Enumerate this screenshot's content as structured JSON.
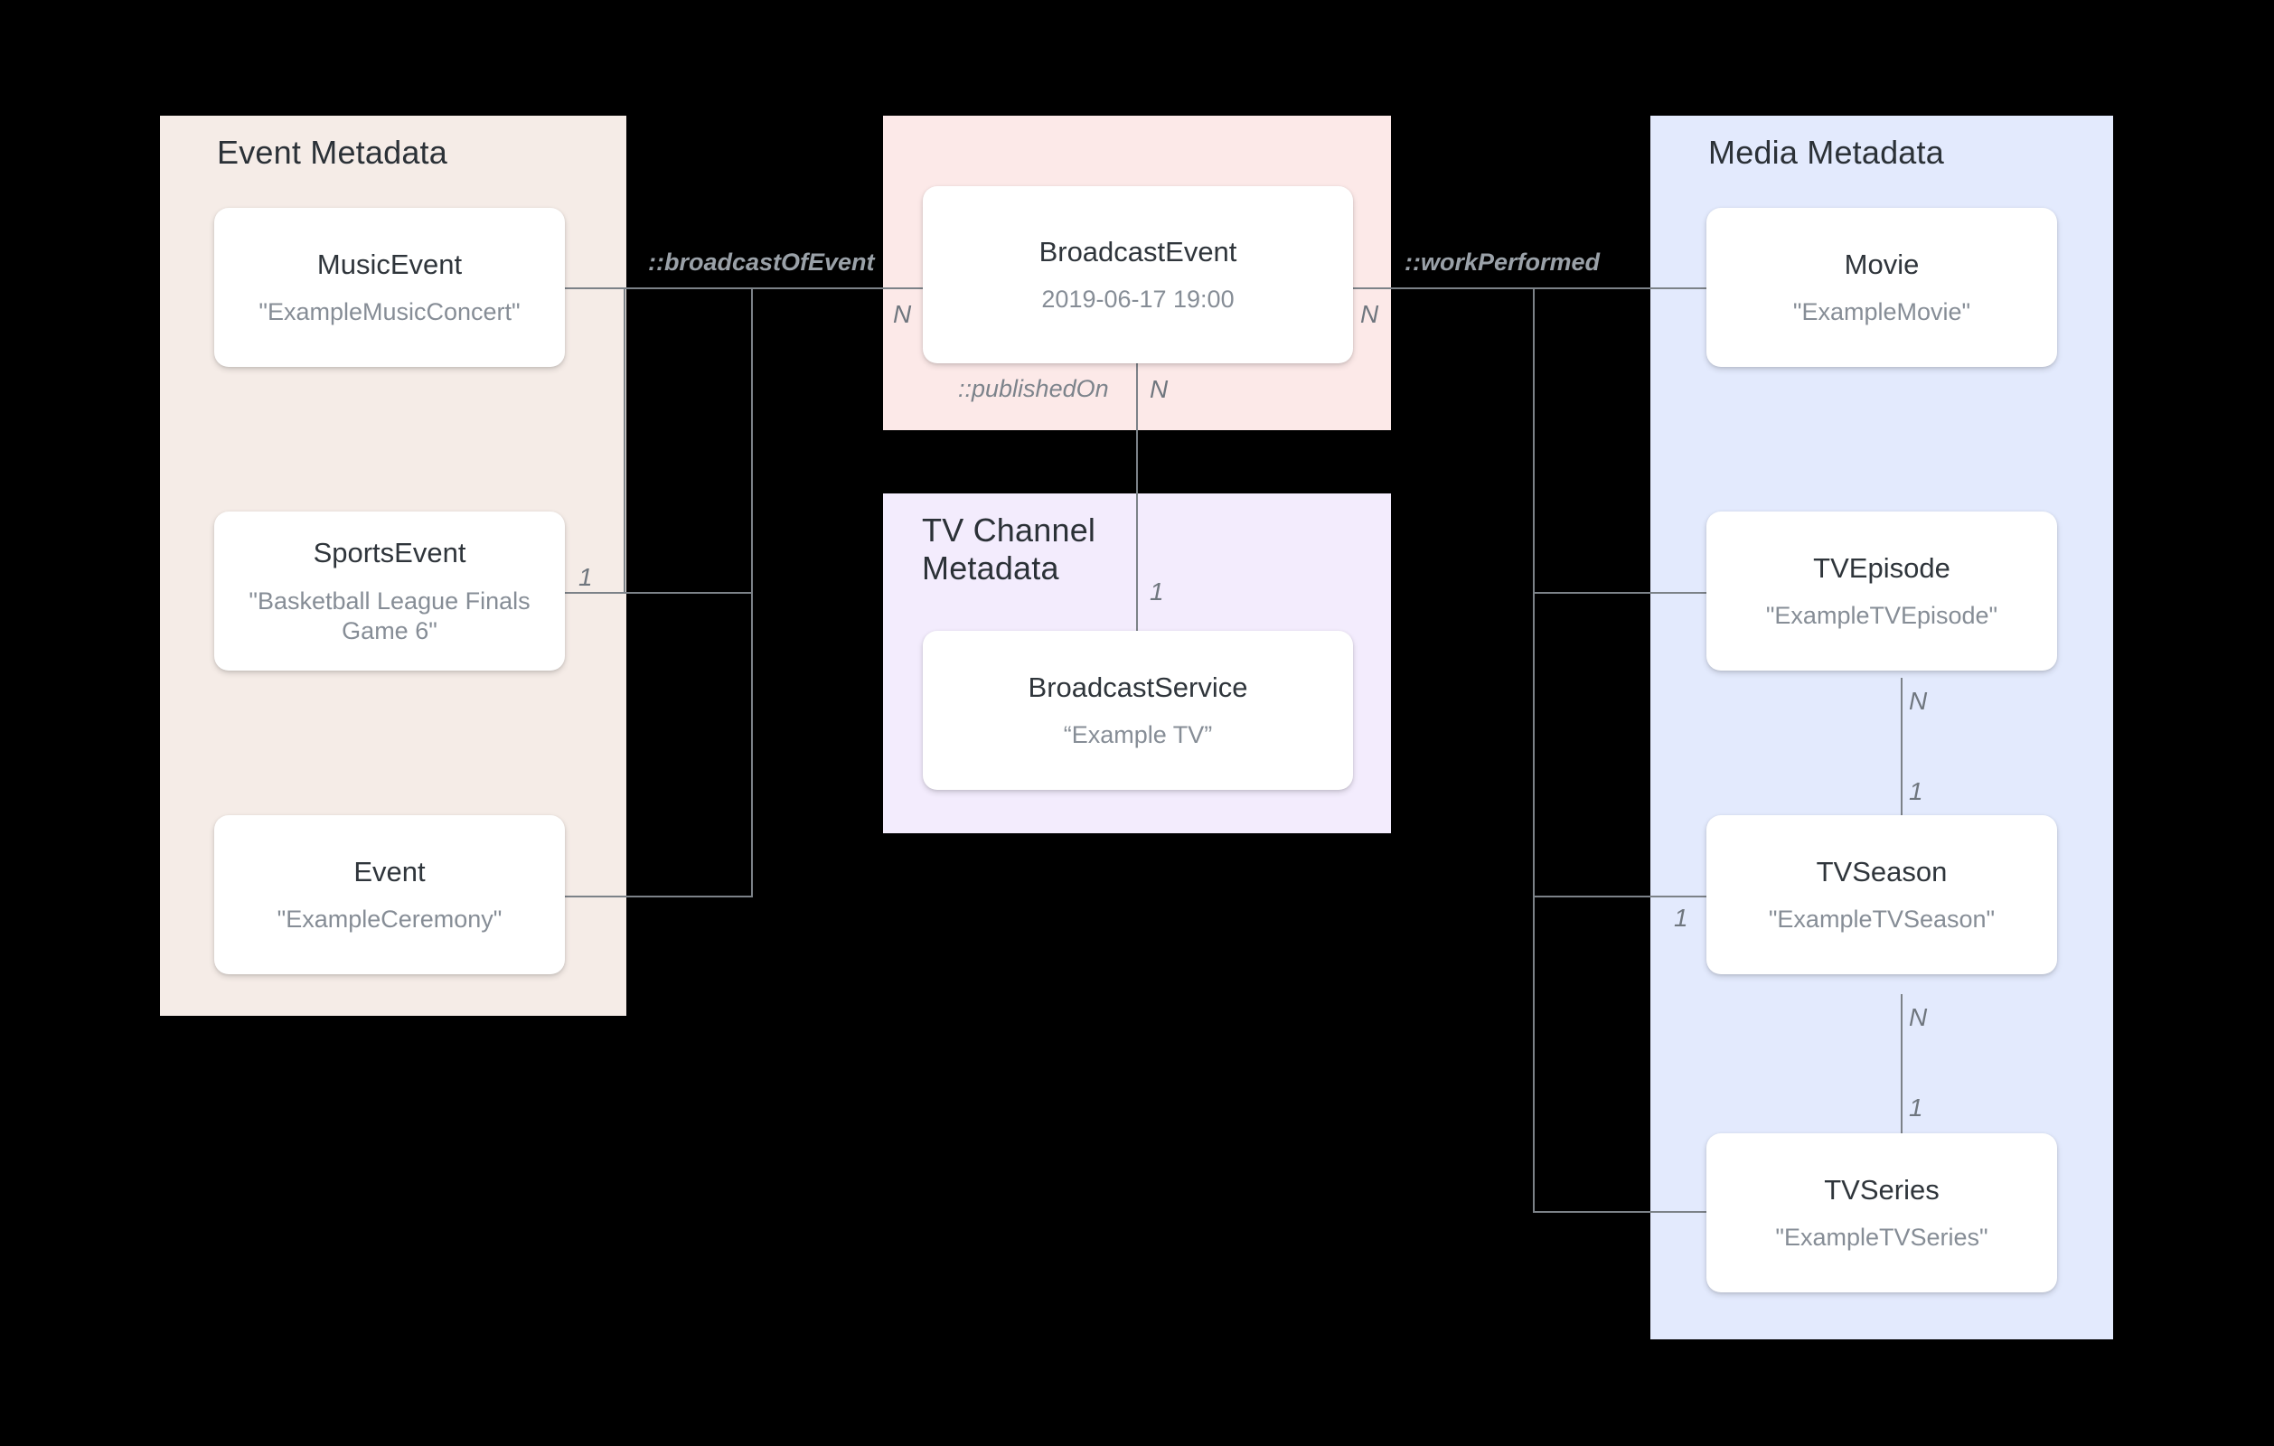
{
  "diagram": {
    "groups": {
      "event": {
        "title": "Event Metadata",
        "color": "#f5ece7"
      },
      "broadcast": {
        "title": "",
        "color": "#fce9e8"
      },
      "tvchannel": {
        "title": "TV Channel\nMetadata",
        "color": "#f3ecfd"
      },
      "media": {
        "title": "Media Metadata",
        "color": "#e3eafd"
      }
    },
    "nodes": {
      "music_event": {
        "title": "MusicEvent",
        "value": "\"ExampleMusicConcert\""
      },
      "sports_event": {
        "title": "SportsEvent",
        "value": "\"Basketball League Finals Game 6\""
      },
      "event": {
        "title": "Event",
        "value": "\"ExampleCeremony\""
      },
      "broadcast_event": {
        "title": "BroadcastEvent",
        "value": "2019-06-17 19:00"
      },
      "broadcast_service": {
        "title": "BroadcastService",
        "value": "“Example TV”"
      },
      "movie": {
        "title": "Movie",
        "value": "\"ExampleMovie\""
      },
      "tv_episode": {
        "title": "TVEpisode",
        "value": "\"ExampleTVEpisode\""
      },
      "tv_season": {
        "title": "TVSeason",
        "value": "\"ExampleTVSeason\""
      },
      "tv_series": {
        "title": "TVSeries",
        "value": "\"ExampleTVSeries\""
      }
    },
    "relations": {
      "broadcast_of_event": "::broadcastOfEvent",
      "work_performed": "::workPerformed",
      "published_on": "::publishedOn"
    },
    "multiplicities": {
      "bev_left_n": "N",
      "bev_right_n": "N",
      "bev_published_n": "N",
      "service_one": "1",
      "sports_one": "1",
      "episode_n": "N",
      "season_one_top": "1",
      "season_one_left": "1",
      "season_n": "N",
      "series_one": "1"
    },
    "line_color": "#7c8288"
  }
}
